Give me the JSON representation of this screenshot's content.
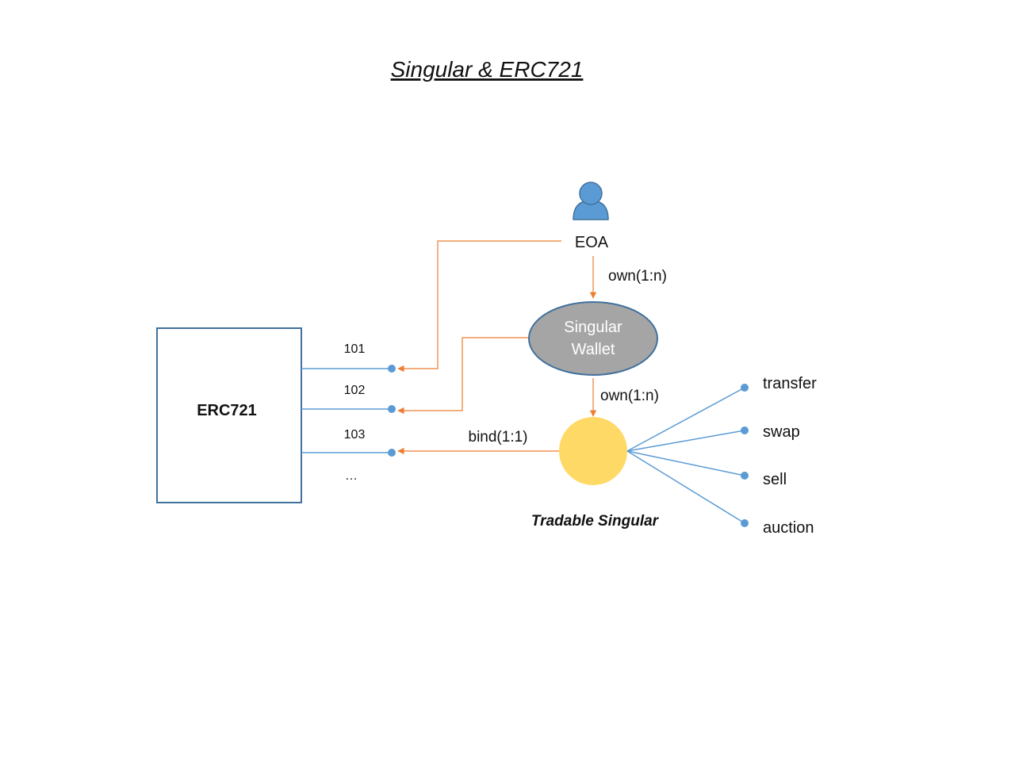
{
  "title": "Singular & ERC721",
  "colors": {
    "blue": "#5B9BD5",
    "box_border": "#41719C",
    "orange": "#ED7D31",
    "wallet_fill": "#A5A5A5",
    "singular_fill": "#FFD966"
  },
  "nodes": {
    "eoa": {
      "label": "EOA",
      "icon": "person-icon"
    },
    "wallet": {
      "line1": "Singular",
      "line2": "Wallet"
    },
    "erc721": {
      "label": "ERC721"
    },
    "tradable": {
      "label": "Tradable Singular"
    }
  },
  "tokens": [
    {
      "id": "101"
    },
    {
      "id": "102"
    },
    {
      "id": "103"
    },
    {
      "id": "…"
    }
  ],
  "edges": {
    "eoa_wallet": "own(1:n)",
    "wallet_singular": "own(1:n)",
    "singular_erc721": "bind(1:1)"
  },
  "actions": [
    "transfer",
    "swap",
    "sell",
    "auction"
  ]
}
